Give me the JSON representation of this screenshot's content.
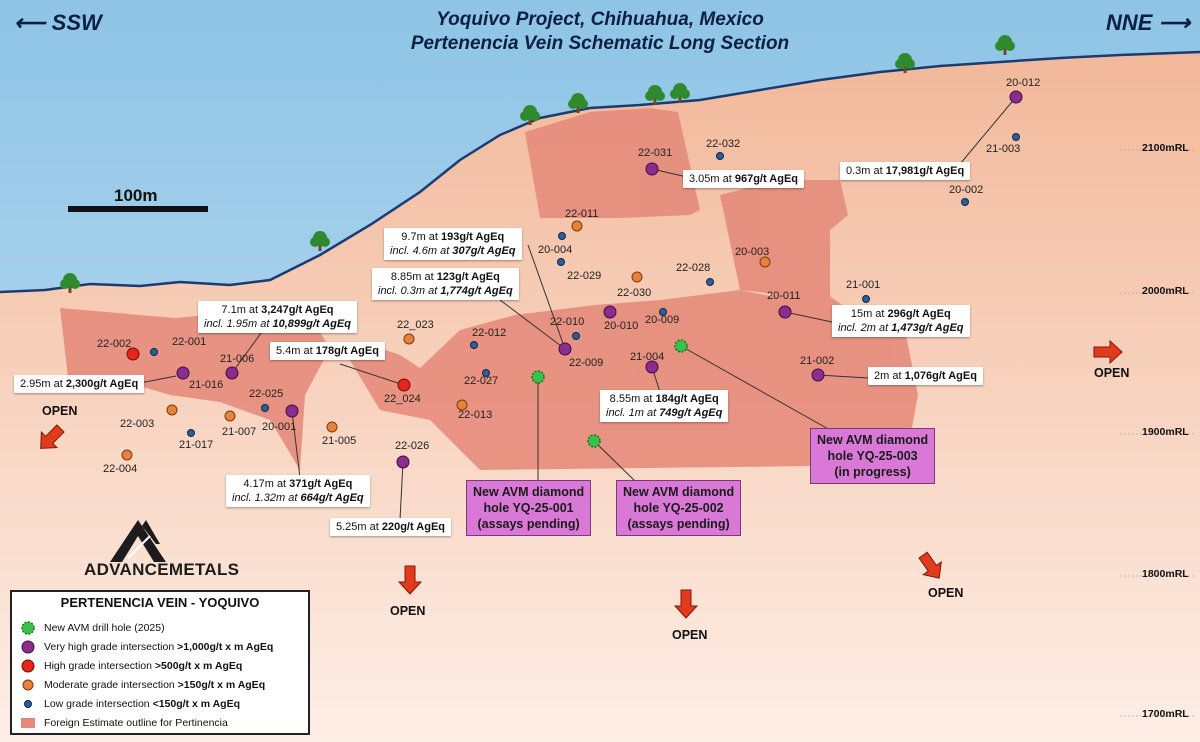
{
  "title": {
    "line1": "Yoquivo Project, Chihuahua, Mexico",
    "line2": "Pertenencia Vein Schematic Long Section"
  },
  "directions": {
    "left": "SSW",
    "right": "NNE"
  },
  "scale_bar": {
    "label": "100m"
  },
  "elevation_labels": [
    "2100mRL",
    "2000mRL",
    "1900mRL",
    "1800mRL",
    "1700mRL"
  ],
  "company": {
    "name": "ADVANCEMETALS"
  },
  "colors": {
    "sky": "#a8d2ea",
    "ground": "#f4c4a8",
    "ground_deep": "#fbe4d8",
    "estimate": "#e58a7a",
    "new_hole": "#38c24a",
    "very_high": "#8c2c8f",
    "high": "#e8241c",
    "moderate": "#e8823a",
    "low": "#2b5e9a",
    "callout": "#d978d6"
  },
  "holes": [
    {
      "id": "22-002",
      "grade": "high"
    },
    {
      "id": "22-001",
      "grade": "low"
    },
    {
      "id": "21-016",
      "grade": "very_high"
    },
    {
      "id": "21-006",
      "grade": "very_high"
    },
    {
      "id": "22-003",
      "grade": "moderate"
    },
    {
      "id": "21-017",
      "grade": "low"
    },
    {
      "id": "21-007",
      "grade": "moderate"
    },
    {
      "id": "22-025",
      "grade": "low"
    },
    {
      "id": "20-001",
      "grade": "very_high"
    },
    {
      "id": "21-005",
      "grade": "moderate"
    },
    {
      "id": "22-004",
      "grade": "moderate"
    },
    {
      "id": "22_023",
      "grade": "moderate"
    },
    {
      "id": "22_024",
      "grade": "high"
    },
    {
      "id": "22-012",
      "grade": "low"
    },
    {
      "id": "22-027",
      "grade": "low"
    },
    {
      "id": "22-013",
      "grade": "moderate"
    },
    {
      "id": "22-026",
      "grade": "very_high"
    },
    {
      "id": "22-011",
      "grade": "moderate"
    },
    {
      "id": "20-004",
      "grade": "low"
    },
    {
      "id": "22-029",
      "grade": "low"
    },
    {
      "id": "22-010",
      "grade": "low"
    },
    {
      "id": "22-009",
      "grade": "very_high"
    },
    {
      "id": "20-010",
      "grade": "very_high"
    },
    {
      "id": "22-031",
      "grade": "very_high"
    },
    {
      "id": "22-032",
      "grade": "low"
    },
    {
      "id": "22-030",
      "grade": "moderate"
    },
    {
      "id": "22-028",
      "grade": "low"
    },
    {
      "id": "20-009",
      "grade": "low"
    },
    {
      "id": "21-004",
      "grade": "very_high"
    },
    {
      "id": "20-003",
      "grade": "moderate"
    },
    {
      "id": "20-011",
      "grade": "very_high"
    },
    {
      "id": "21-001",
      "grade": "low"
    },
    {
      "id": "21-002",
      "grade": "very_high"
    },
    {
      "id": "20-012",
      "grade": "very_high"
    },
    {
      "id": "21-003",
      "grade": "low"
    },
    {
      "id": "20-002",
      "grade": "low"
    }
  ],
  "intercepts": [
    {
      "pre": "7.1m at ",
      "bold": "3,247g/t AgEq",
      "incl_pre": "incl. 1.95m at ",
      "incl_bold": "10,899g/t AgEq"
    },
    {
      "pre": "2.95m at ",
      "bold": "2,300g/t AgEq"
    },
    {
      "pre": "5.4m at ",
      "bold": "178g/t AgEq"
    },
    {
      "pre": "4.17m at ",
      "bold": "371g/t AgEq",
      "incl_pre": "incl. 1.32m at ",
      "incl_bold": "664g/t AgEq"
    },
    {
      "pre": "5.25m at ",
      "bold": "220g/t AgEq"
    },
    {
      "pre": "9.7m at ",
      "bold": "193g/t AgEq",
      "incl_pre": "incl. 4.6m at ",
      "incl_bold": "307g/t AgEq"
    },
    {
      "pre": "8.85m at ",
      "bold": "123g/t AgEq",
      "incl_pre": "incl. 0.3m at ",
      "incl_bold": "1,774g/t AgEq"
    },
    {
      "pre": "3.05m at ",
      "bold": "967g/t AgEq"
    },
    {
      "pre": "0.3m at ",
      "bold": "17,981g/t AgEq"
    },
    {
      "pre": "15m at ",
      "bold": "296g/t AgEq",
      "incl_pre": "incl. 2m at ",
      "incl_bold": "1,473g/t AgEq"
    },
    {
      "pre": "2m at ",
      "bold": "1,076g/t AgEq"
    },
    {
      "pre": "8.55m at ",
      "bold": "184g/t AgEq",
      "incl_pre": "incl. 1m at ",
      "incl_bold": "749g/t AgEq"
    }
  ],
  "new_holes": [
    {
      "line1": "New AVM diamond",
      "line2": "hole YQ-25-001",
      "line3": "(assays pending)"
    },
    {
      "line1": "New AVM diamond",
      "line2": "hole YQ-25-002",
      "line3": "(assays pending)"
    },
    {
      "line1": "New AVM diamond",
      "line2": "hole YQ-25-003",
      "line3": "(in progress)"
    }
  ],
  "open_label": "OPEN",
  "legend": {
    "title": "PERTENENCIA VEIN - YOQUIVO",
    "items": [
      {
        "pre": "New AVM drill hole (2025)",
        "bold": ""
      },
      {
        "pre": "Very high grade intersection ",
        "bold": ">1,000g/t x m AgEq"
      },
      {
        "pre": "High grade intersection ",
        "bold": ">500g/t x m AgEq"
      },
      {
        "pre": "Moderate grade intersection ",
        "bold": ">150g/t x m AgEq"
      },
      {
        "pre": "Low grade intersection ",
        "bold": "<150g/t x m AgEq"
      },
      {
        "pre": "Foreign Estimate outline for Pertinencia",
        "bold": ""
      }
    ]
  }
}
